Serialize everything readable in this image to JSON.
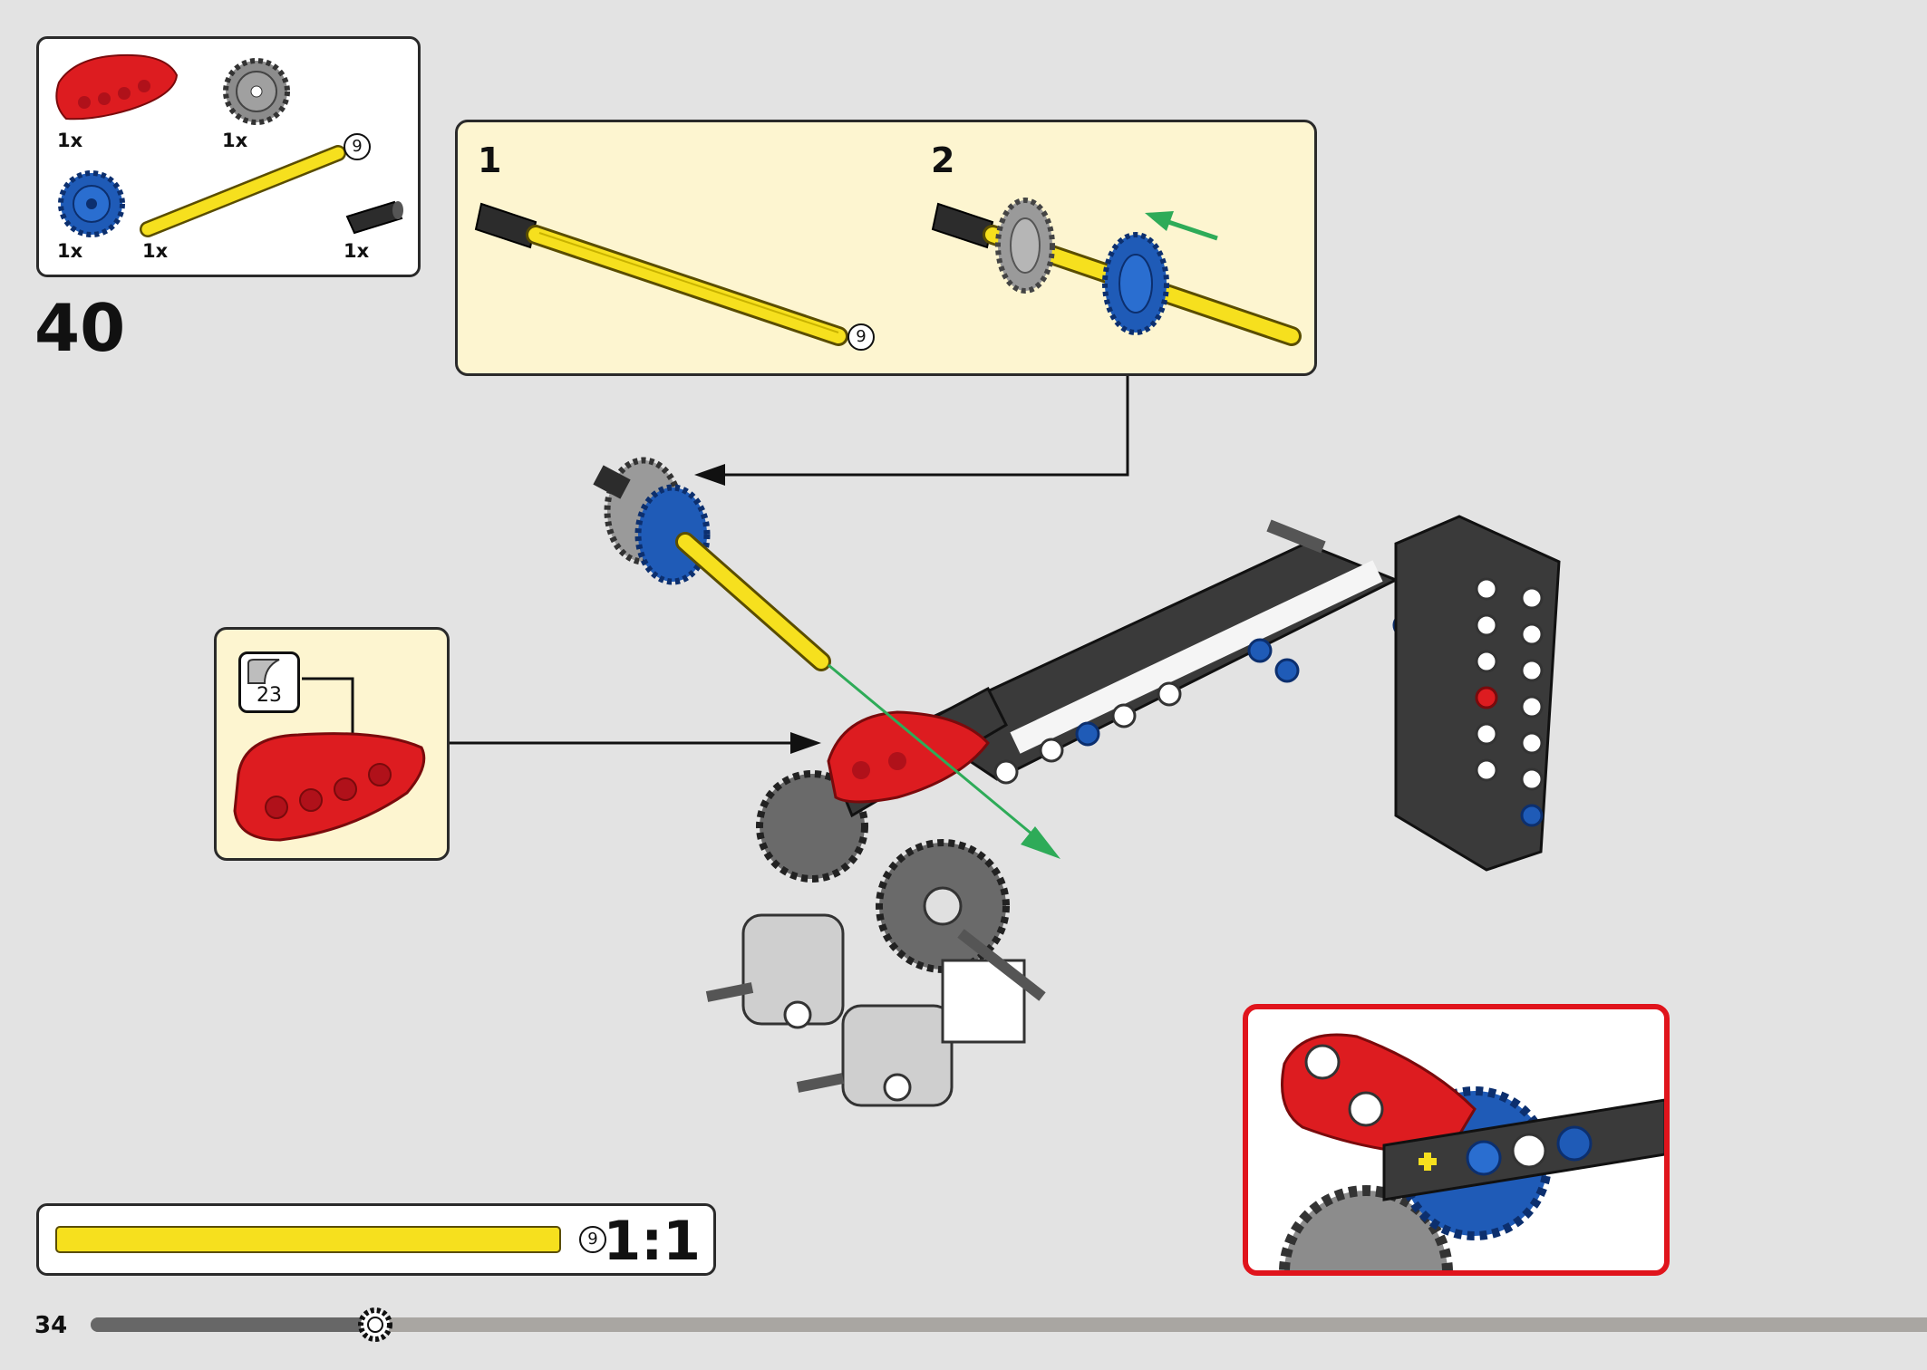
{
  "page": {
    "number": "34",
    "step": "40",
    "progress": 0.155
  },
  "parts": [
    {
      "name": "red-curved-beam",
      "qty": "1x"
    },
    {
      "name": "gray-gear-20",
      "qty": "1x"
    },
    {
      "name": "blue-gear-20",
      "qty": "1x"
    },
    {
      "name": "yellow-axle-9",
      "qty": "1x",
      "length": "9"
    },
    {
      "name": "black-axle-connector",
      "qty": "1x"
    }
  ],
  "substeps": [
    {
      "number": "1",
      "length": "9"
    },
    {
      "number": "2"
    }
  ],
  "callout": {
    "count": "23"
  },
  "scale": {
    "ratio": "1:1",
    "length": "9"
  },
  "colors": {
    "yellow": "#f6e01e",
    "red": "#dd1c20",
    "blue": "#1f5bb7",
    "panel": "#fdf5d0",
    "zoom_border": "#e0141c",
    "arrow_green": "#2eab58"
  }
}
